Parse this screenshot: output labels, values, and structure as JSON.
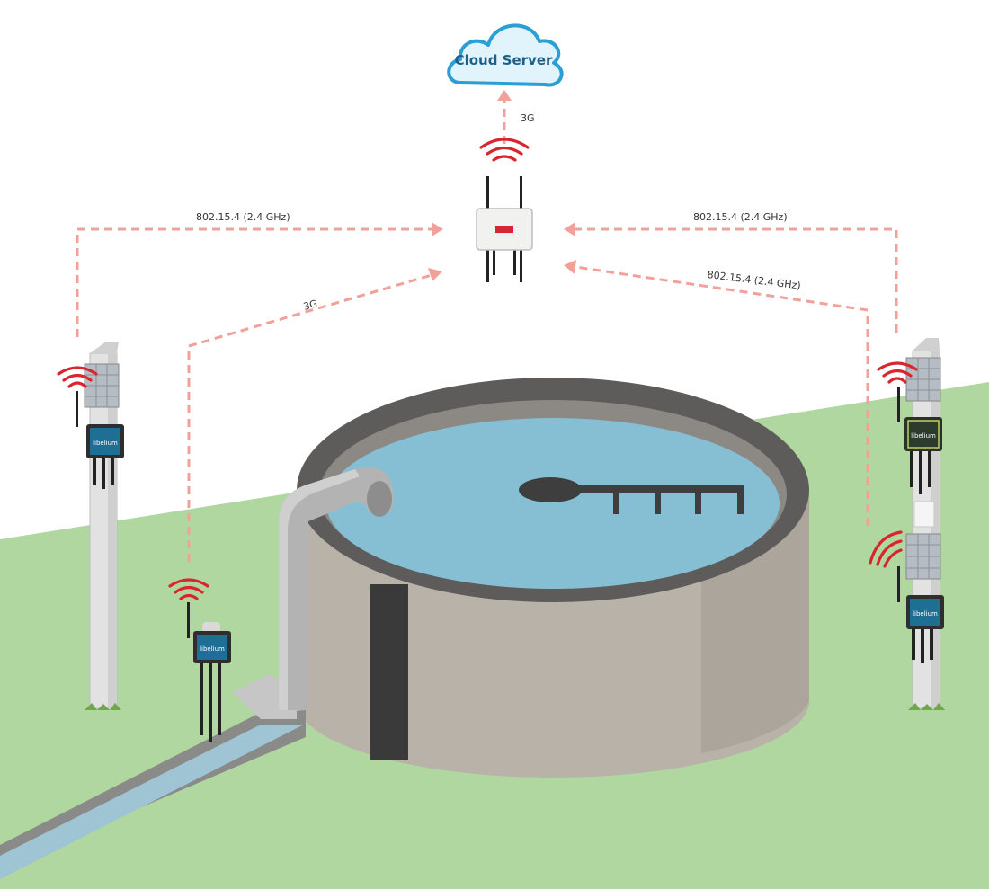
{
  "cloud": {
    "label": "Cloud Server"
  },
  "links": {
    "gateway_to_cloud": "3G",
    "left_pole_to_gateway": "802.15.4 (2.4 GHz)",
    "channel_node_to_gateway": "3G",
    "right_pole_top_to_gateway": "802.15.4 (2.4 GHz)",
    "right_pole_bottom_to_gateway": "802.15.4 (2.4 GHz)"
  },
  "device_logo": "libelium",
  "colors": {
    "ground": "#b0d7a0",
    "link": "#f2a09a",
    "signal": "#d8262e",
    "water": "#86bfd4",
    "tank_wall": "#b8b2a9",
    "tank_rim": "#5e5c5b",
    "cloud_fill": "#e1f4fb",
    "cloud_stroke": "#2a9fd6"
  },
  "icons": [
    "cloud-icon",
    "gateway-icon",
    "wifi-signal-icon",
    "solar-panel-icon",
    "sensor-node-icon",
    "tank-icon",
    "pipe-icon"
  ]
}
